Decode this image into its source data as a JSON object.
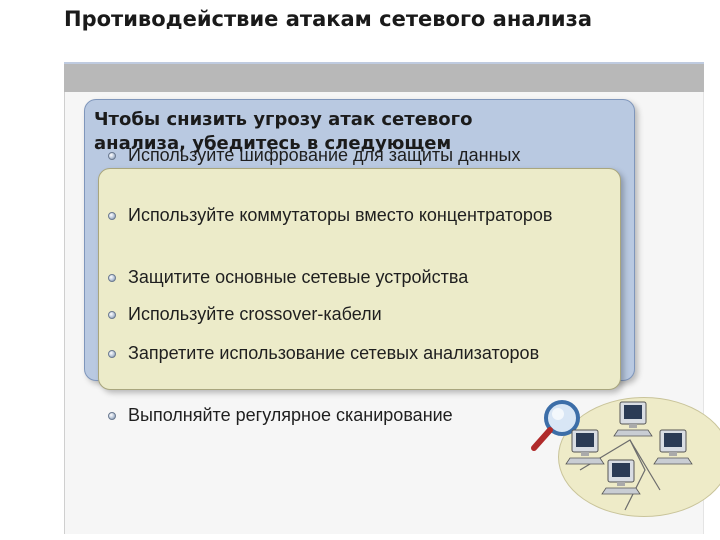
{
  "slide": {
    "title": "Противодействие атакам сетевого анализа"
  },
  "overlay_text": {
    "blue_line1": "Чтобы снизить угрозу атак сетевого",
    "blue_line2": "анализа, убедитесь в следующем"
  },
  "bullets": [
    {
      "text": "Используйте шифрование для защиты данных"
    },
    {
      "text": "Используйте коммутаторы вместо концентраторов"
    },
    {
      "text": "Защитите основные сетевые устройства"
    },
    {
      "text": "Используйте crossover-кабели"
    },
    {
      "text": "Запретите использование сетевых анализаторов"
    },
    {
      "text": "Выполняйте регулярное сканирование"
    }
  ],
  "colors": {
    "blue_box": "#b9c9e1",
    "tan_box": "#ecebc9",
    "ellipse": "#eeebc8"
  },
  "icons": [
    "network-computer-icon",
    "magnifier-icon"
  ]
}
